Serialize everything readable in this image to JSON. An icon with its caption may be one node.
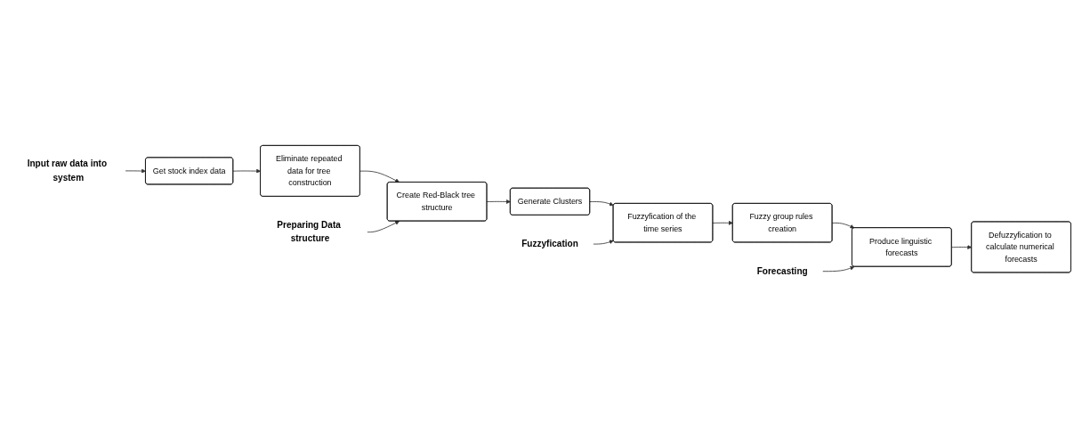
{
  "diagram": {
    "nodes": [
      {
        "text": [
          "Input raw data into system"
        ]
      },
      {
        "text": [
          "Get stock index data"
        ]
      },
      {
        "text": [
          "Eliminate repeated data for tree construction"
        ]
      },
      {
        "text": [
          "Generate Clusters"
        ]
      },
      {
        "text": [
          "Create Red-Black tree structure"
        ]
      },
      {
        "text": [
          "Preparing Data structure"
        ]
      },
      {
        "text": [
          "Fuzzyfication"
        ]
      },
      {
        "text": [
          "Fuzzyfication of the time series"
        ]
      },
      {
        "text": [
          "Fuzzy group rules creation"
        ]
      },
      {
        "text": [
          "Defuzzyfication to calculate numerical forecasts"
        ]
      },
      {
        "text": [
          "Produce linguistic forecasts"
        ]
      },
      {
        "text": [
          "Forecasting"
        ]
      }
    ],
    "edges": [
      {
        "from": 0,
        "to": 1,
        "arrow": "to"
      },
      {
        "from": 1,
        "to": 2,
        "arrow": "to"
      },
      {
        "from": 2,
        "to": 4,
        "arrow": "to"
      },
      {
        "from": 4,
        "to": 3,
        "arrow": "to"
      },
      {
        "from": 5,
        "to": 4,
        "arrow": "to"
      },
      {
        "from": 3,
        "to": 7,
        "arrow": "to"
      },
      {
        "from": 6,
        "to": 7,
        "arrow": "to"
      },
      {
        "from": 7,
        "to": 8,
        "arrow": "to"
      },
      {
        "from": 8,
        "to": 10,
        "arrow": "to"
      },
      {
        "from": 10,
        "to": 9,
        "arrow": "to"
      },
      {
        "from": 11,
        "to": 10,
        "arrow": "to"
      }
    ]
  }
}
